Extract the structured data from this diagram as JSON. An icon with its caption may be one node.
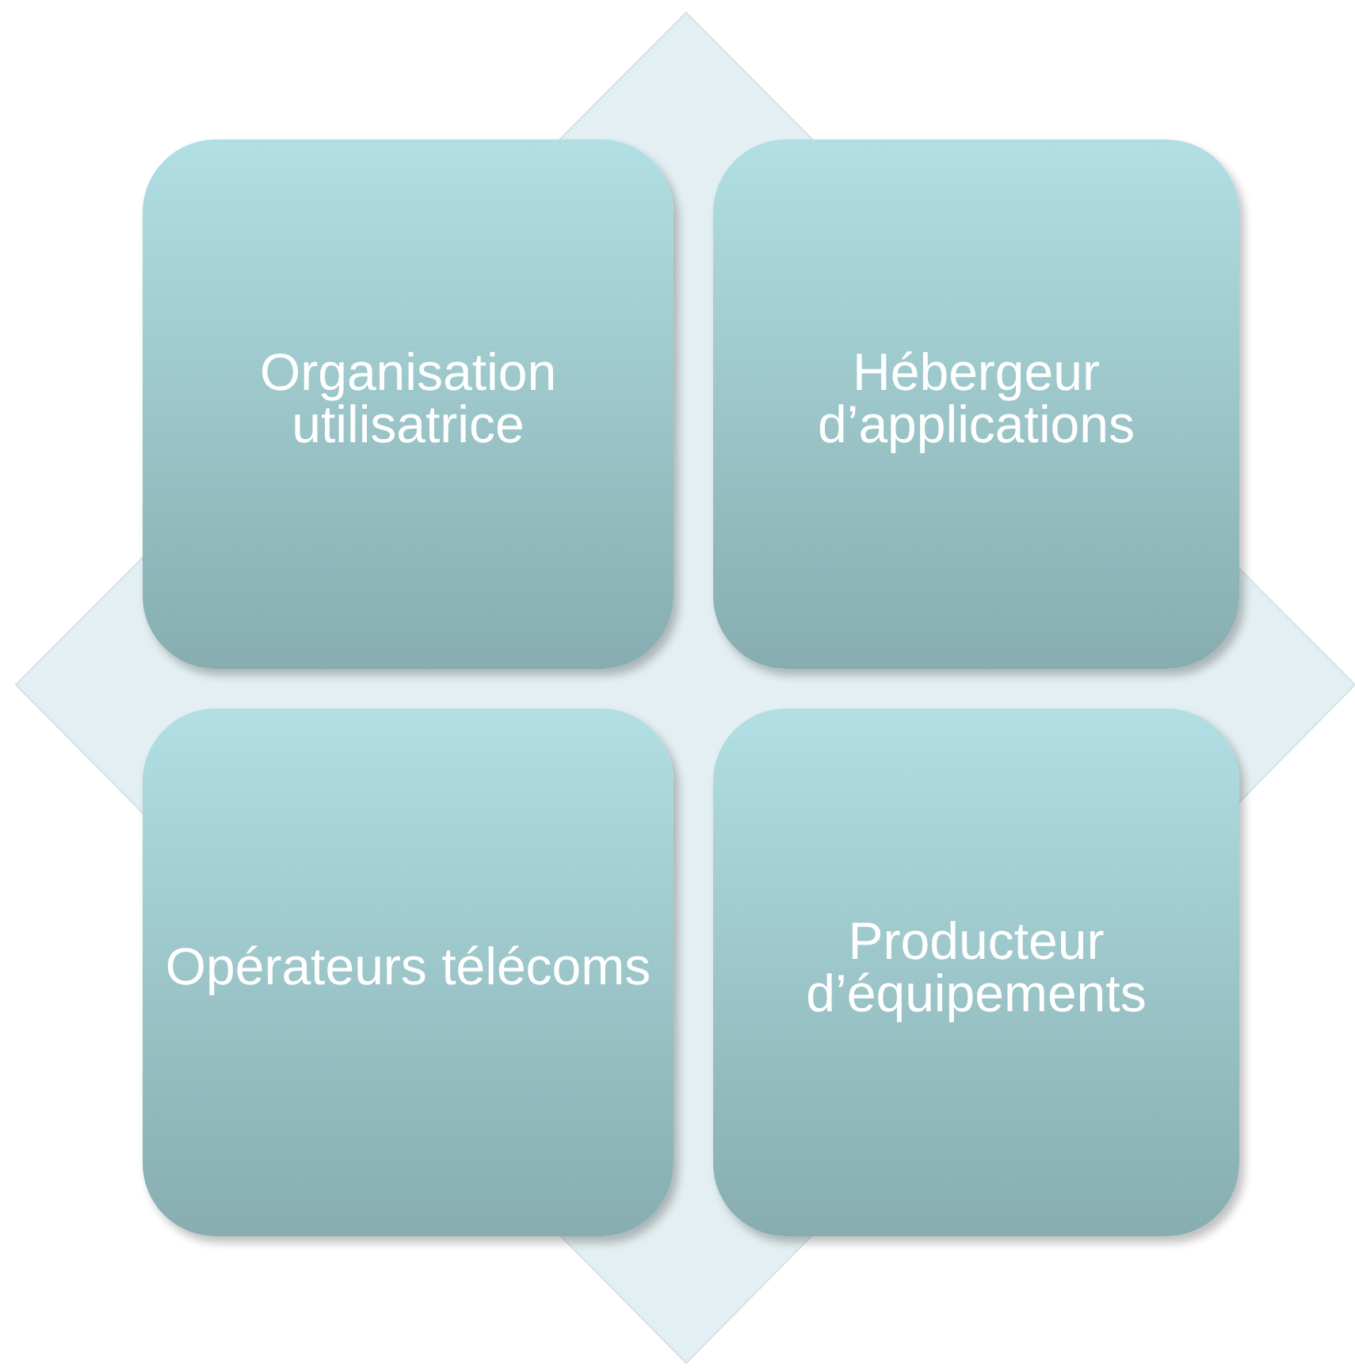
{
  "diagram": {
    "nodes": [
      {
        "text": [
          "Organisation utilisatrice"
        ]
      },
      {
        "text": [
          "Hébergeur d’applications"
        ]
      },
      {
        "text": [
          "Opérateurs télécoms"
        ]
      },
      {
        "text": [
          "Producteur d’équipements"
        ]
      }
    ]
  }
}
